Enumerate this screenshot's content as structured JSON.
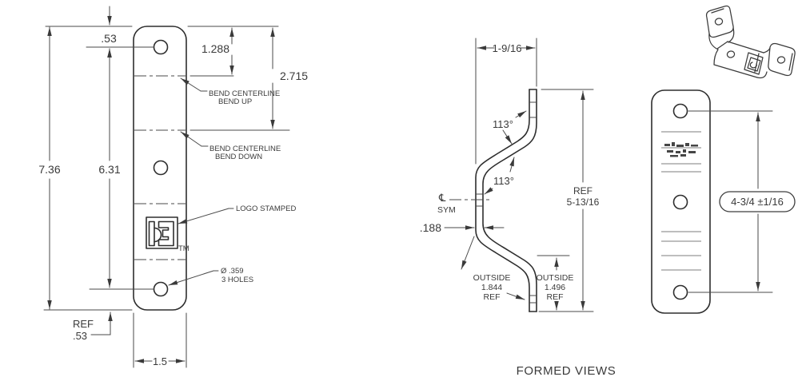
{
  "caption": "FORMED VIEWS",
  "flat_view": {
    "dim_top_hole": ".53",
    "dim_bend_up": "1.288",
    "dim_bend_down": "2.715",
    "dim_overall_height": "7.36",
    "dim_hole_spacing": "6.31",
    "ref_label": "REF",
    "ref_value": ".53",
    "dim_width": "1.5",
    "bend_up_note_line1": "BEND CENTERLINE",
    "bend_up_note_line2": "BEND UP",
    "bend_down_note_line1": "BEND CENTERLINE",
    "bend_down_note_line2": "BEND DOWN",
    "logo_note": "LOGO STAMPED",
    "hole_note_line1": "Ø .359",
    "hole_note_line2": "3 HOLES",
    "logo_trademark": "TM"
  },
  "side_view": {
    "dim_offset_width": "1-9/16",
    "angle_upper": "113°",
    "angle_lower": "113°",
    "centerline_symbol": "℄",
    "centerline_label": "SYM",
    "dim_thickness": ".188",
    "height_ref_label": "REF",
    "height_ref_value": "5-13/16",
    "outside_upper_line1": "OUTSIDE",
    "outside_upper_line2": "1.844",
    "outside_upper_line3": "REF",
    "outside_lower_line1": "OUTSIDE",
    "outside_lower_line2": "1.496",
    "outside_lower_line3": "REF"
  },
  "front_view": {
    "dim_hole_span": "4-3/4 ±1/16"
  }
}
